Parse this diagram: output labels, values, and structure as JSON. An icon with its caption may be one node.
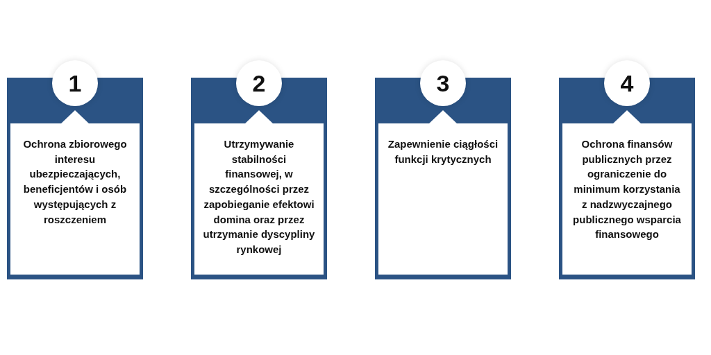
{
  "diagram": {
    "nodes": [
      {
        "text": [
          "1",
          "Ochrona zbiorowego interesu ubezpieczających, beneficjentów i osób występujących z roszczeniem"
        ]
      },
      {
        "text": [
          "2",
          "Utrzymywanie stabilności finansowej, w szczególności przez zapobieganie efektowi domina oraz przez utrzymanie dyscypliny rynkowej"
        ]
      },
      {
        "text": [
          "3",
          "Zapewnienie ciągłości funkcji krytycznych"
        ]
      },
      {
        "text": [
          "4",
          "Ochrona finansów publicznych przez ograniczenie do minimum korzystania z nadzwyczajnego publicznego wsparcia finansowego"
        ]
      }
    ]
  }
}
